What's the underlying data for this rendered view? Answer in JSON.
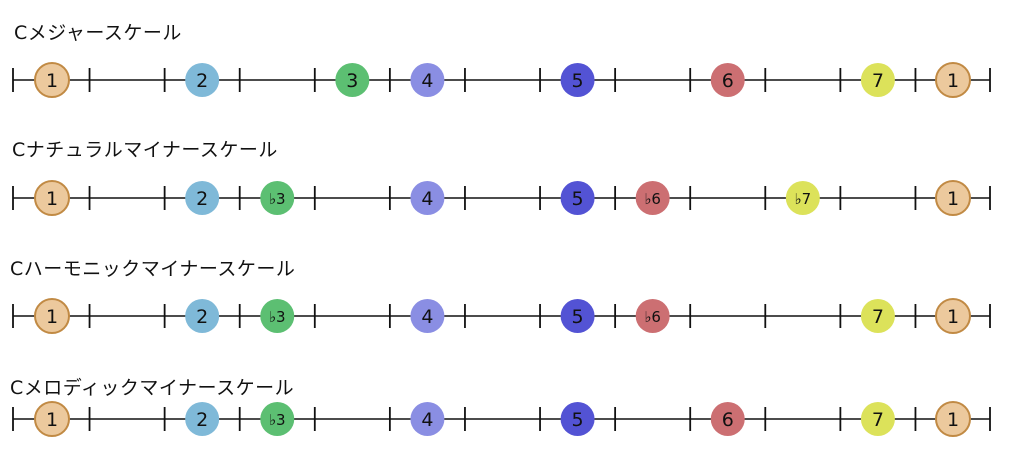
{
  "colors": {
    "1": "#ecc99d",
    "2": "#7fb9d8",
    "3": "#5cbf72",
    "4": "#8a8ee3",
    "5": "#5353d4",
    "6": "#cc6f72",
    "7": "#dce25a"
  },
  "scales": [
    {
      "title": "Cメジャースケール",
      "notes": [
        {
          "label": "1",
          "degree": "1",
          "semitone": 0
        },
        {
          "label": "2",
          "degree": "2",
          "semitone": 2
        },
        {
          "label": "3",
          "degree": "3",
          "semitone": 4
        },
        {
          "label": "4",
          "degree": "4",
          "semitone": 5
        },
        {
          "label": "5",
          "degree": "5",
          "semitone": 7
        },
        {
          "label": "6",
          "degree": "6",
          "semitone": 9
        },
        {
          "label": "7",
          "degree": "7",
          "semitone": 11
        },
        {
          "label": "1",
          "degree": "1",
          "semitone": 12
        }
      ]
    },
    {
      "title": "Cナチュラルマイナースケール",
      "notes": [
        {
          "label": "1",
          "degree": "1",
          "semitone": 0
        },
        {
          "label": "2",
          "degree": "2",
          "semitone": 2
        },
        {
          "label": "♭3",
          "degree": "3",
          "semitone": 3
        },
        {
          "label": "4",
          "degree": "4",
          "semitone": 5
        },
        {
          "label": "5",
          "degree": "5",
          "semitone": 7
        },
        {
          "label": "♭6",
          "degree": "6",
          "semitone": 8
        },
        {
          "label": "♭7",
          "degree": "7",
          "semitone": 10
        },
        {
          "label": "1",
          "degree": "1",
          "semitone": 12
        }
      ]
    },
    {
      "title": "Cハーモニックマイナースケール",
      "notes": [
        {
          "label": "1",
          "degree": "1",
          "semitone": 0
        },
        {
          "label": "2",
          "degree": "2",
          "semitone": 2
        },
        {
          "label": "♭3",
          "degree": "3",
          "semitone": 3
        },
        {
          "label": "4",
          "degree": "4",
          "semitone": 5
        },
        {
          "label": "5",
          "degree": "5",
          "semitone": 7
        },
        {
          "label": "♭6",
          "degree": "6",
          "semitone": 8
        },
        {
          "label": "7",
          "degree": "7",
          "semitone": 11
        },
        {
          "label": "1",
          "degree": "1",
          "semitone": 12
        }
      ]
    },
    {
      "title": "Cメロディックマイナースケール",
      "notes": [
        {
          "label": "1",
          "degree": "1",
          "semitone": 0
        },
        {
          "label": "2",
          "degree": "2",
          "semitone": 2
        },
        {
          "label": "♭3",
          "degree": "3",
          "semitone": 3
        },
        {
          "label": "4",
          "degree": "4",
          "semitone": 5
        },
        {
          "label": "5",
          "degree": "5",
          "semitone": 7
        },
        {
          "label": "6",
          "degree": "6",
          "semitone": 9
        },
        {
          "label": "7",
          "degree": "7",
          "semitone": 11
        },
        {
          "label": "1",
          "degree": "1",
          "semitone": 12
        }
      ]
    }
  ]
}
